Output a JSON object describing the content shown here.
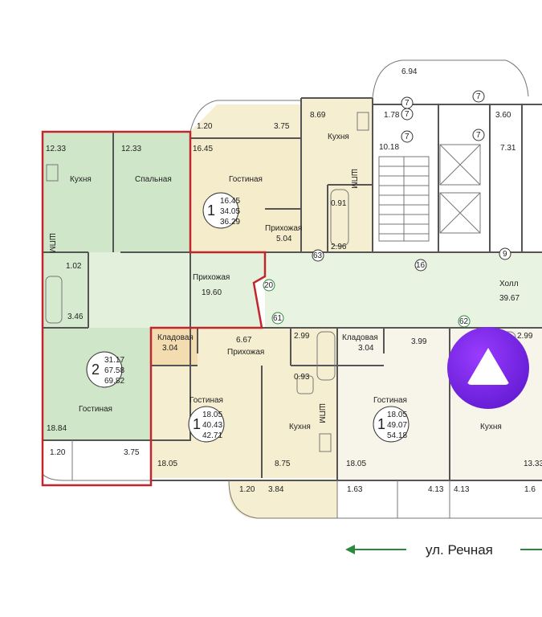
{
  "colors": {
    "green_apartment": "#d6ead0",
    "yellow_apartment": "#f5eed0",
    "orange_apartment": "#f3dcb0",
    "corridor": "#e8f3e2",
    "highlight_border": "#c0262b",
    "assistant_purple": "#7b2ff7"
  },
  "rooms": {
    "kitchen_left": {
      "name": "Кухня",
      "area": "12.33"
    },
    "bedroom_left": {
      "name": "Спальная",
      "area": "12.33"
    },
    "hall_left": {
      "name": "Прихожая",
      "area": "19.60"
    },
    "bath_left_small": {
      "area": "1.02"
    },
    "bath_left": {
      "area": "3.46"
    },
    "living_left": {
      "name": "Гостиная",
      "area": "18.84"
    },
    "balcony_left_a": {
      "area": "1.20"
    },
    "balcony_left_b": {
      "area": "3.75"
    },
    "living_top": {
      "name": "Гостиная",
      "area": "16.45"
    },
    "balcony_top_a": {
      "area": "1.20"
    },
    "balcony_top_b": {
      "area": "3.75"
    },
    "kitchen_top": {
      "name": "Кухня",
      "area": "8.69"
    },
    "hall_top": {
      "name": "Прихожая",
      "area": "5.04"
    },
    "bath_top_small": {
      "area": "0.91"
    },
    "bath_top": {
      "area": "2.96"
    },
    "stair_area": {
      "area": "10.18"
    },
    "lobby_small": {
      "area": "1.78"
    },
    "top_balcony": {
      "area": "6.94"
    },
    "right_top_a": {
      "area": "3.60"
    },
    "right_top_b": {
      "area": "7.31"
    },
    "hall_main": {
      "name": "Холл",
      "area": "39.67"
    },
    "storage_mid": {
      "name": "Кладовая",
      "area": "3.04"
    },
    "hall_mid": {
      "name": "Прихожая",
      "area": "6.67"
    },
    "bath_mid": {
      "area": "2.99"
    },
    "bath_mid_small": {
      "area": "0.93"
    },
    "living_mid": {
      "name": "Гостиная",
      "area": "18.05"
    },
    "kitchen_mid": {
      "name": "Кухня",
      "area": "8.75"
    },
    "living_mid_bottom": {
      "area": "18.05"
    },
    "balcony_mid_a": {
      "area": "1.20"
    },
    "balcony_mid_b": {
      "area": "3.84"
    },
    "storage_right": {
      "name": "Кладовая",
      "area": "3.04"
    },
    "hall_right": {
      "area": "3.99"
    },
    "bath_right": {
      "area": "2.99"
    },
    "living_right": {
      "name": "Гостиная",
      "area": "18.05"
    },
    "kitchen_right": {
      "name": "Кухня",
      "area": "13.33"
    },
    "balcony_right_a": {
      "area": "1.63"
    },
    "balcony_right_b": {
      "area": "4.13"
    },
    "balcony_right_c": {
      "area": "4.13"
    },
    "balcony_right_d": {
      "area": "1.6"
    }
  },
  "apartments": [
    {
      "rooms": "2",
      "living": "31.17",
      "total": "67.58",
      "total_with_balcony": "69.82"
    },
    {
      "rooms": "1",
      "living": "16.45",
      "total": "34.05",
      "total_with_balcony": "36.29"
    },
    {
      "rooms": "1",
      "living": "18.05",
      "total": "40.43",
      "total_with_balcony": "42.71"
    },
    {
      "rooms": "1",
      "living": "18.05",
      "total": "49.07",
      "total_with_balcony": "54.18"
    }
  ],
  "circle_labels": [
    "7",
    "7",
    "7",
    "7",
    "7",
    "63",
    "16",
    "9",
    "20",
    "61",
    "62"
  ],
  "vent_label": "ШПМ",
  "street": "ул. Речная",
  "assistant_icon": "alice-voice-assistant-icon"
}
